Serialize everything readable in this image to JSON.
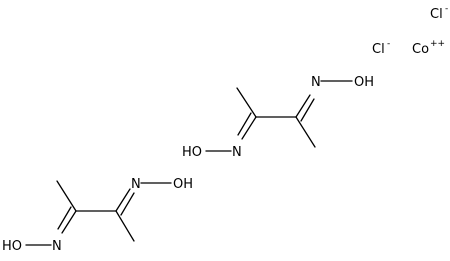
{
  "ions": {
    "chloride_top": {
      "symbol": "Cl",
      "charge": "-"
    },
    "chloride_left": {
      "symbol": "Cl",
      "charge": "-"
    },
    "cobalt": {
      "symbol": "Co",
      "charge": "++"
    }
  },
  "molecule_upper": {
    "oh_right": "N",
    "oh_right_group": "OH",
    "oh_left": "HO",
    "oh_left_n": "N"
  },
  "molecule_lower": {
    "oh_right": "N",
    "oh_right_group": "OH",
    "oh_left": "HO",
    "oh_left_n": "N"
  }
}
